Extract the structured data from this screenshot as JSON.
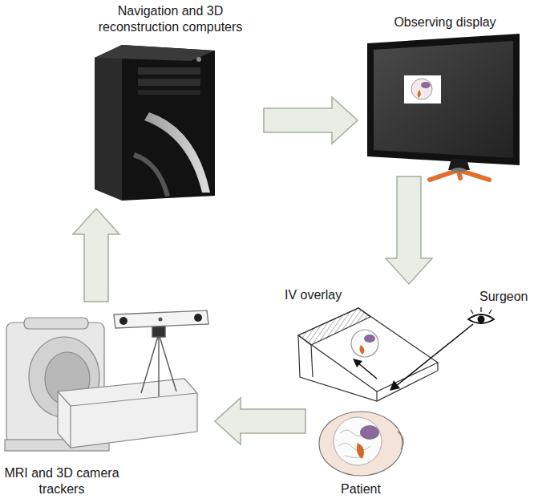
{
  "diagram": {
    "nodes": [
      {
        "text": [
          "Navigation and 3D reconstruction computers"
        ]
      },
      {
        "text": [
          "Observing display"
        ]
      },
      {
        "text": [
          "IV overlay"
        ]
      },
      {
        "text": [
          "Patient"
        ]
      },
      {
        "text": [
          "MRI and 3D camera trackers"
        ]
      }
    ],
    "edges": [
      {
        "from": 0,
        "to": 1,
        "arrow": "to"
      },
      {
        "from": 1,
        "to": 2,
        "arrow": "to"
      },
      {
        "from": 3,
        "to": 4,
        "arrow": "to"
      },
      {
        "from": 4,
        "to": 0,
        "arrow": "to"
      }
    ],
    "labels": [
      "Surgeon"
    ]
  }
}
